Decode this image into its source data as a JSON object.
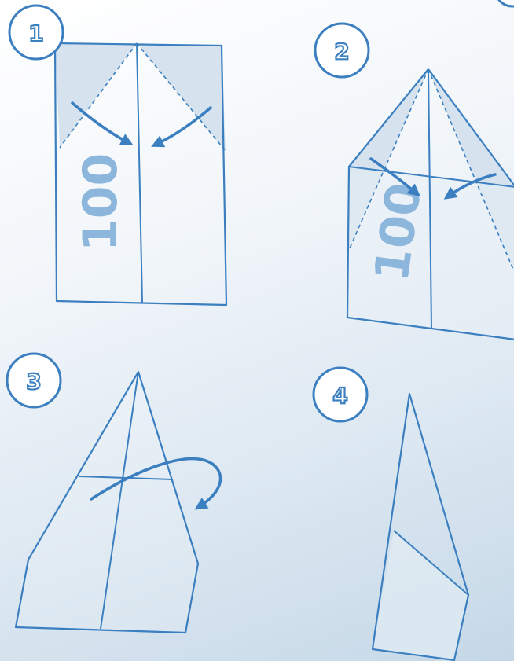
{
  "steps": [
    {
      "number": "1",
      "banknote_value": "100"
    },
    {
      "number": "2",
      "banknote_value": "100"
    },
    {
      "number": "3"
    },
    {
      "number": "4"
    }
  ],
  "colors": {
    "line": "#3b7fc0",
    "shade": "#d6e3ee",
    "denomination": "#8cb6dc",
    "badge_fill": "#ffffff"
  }
}
